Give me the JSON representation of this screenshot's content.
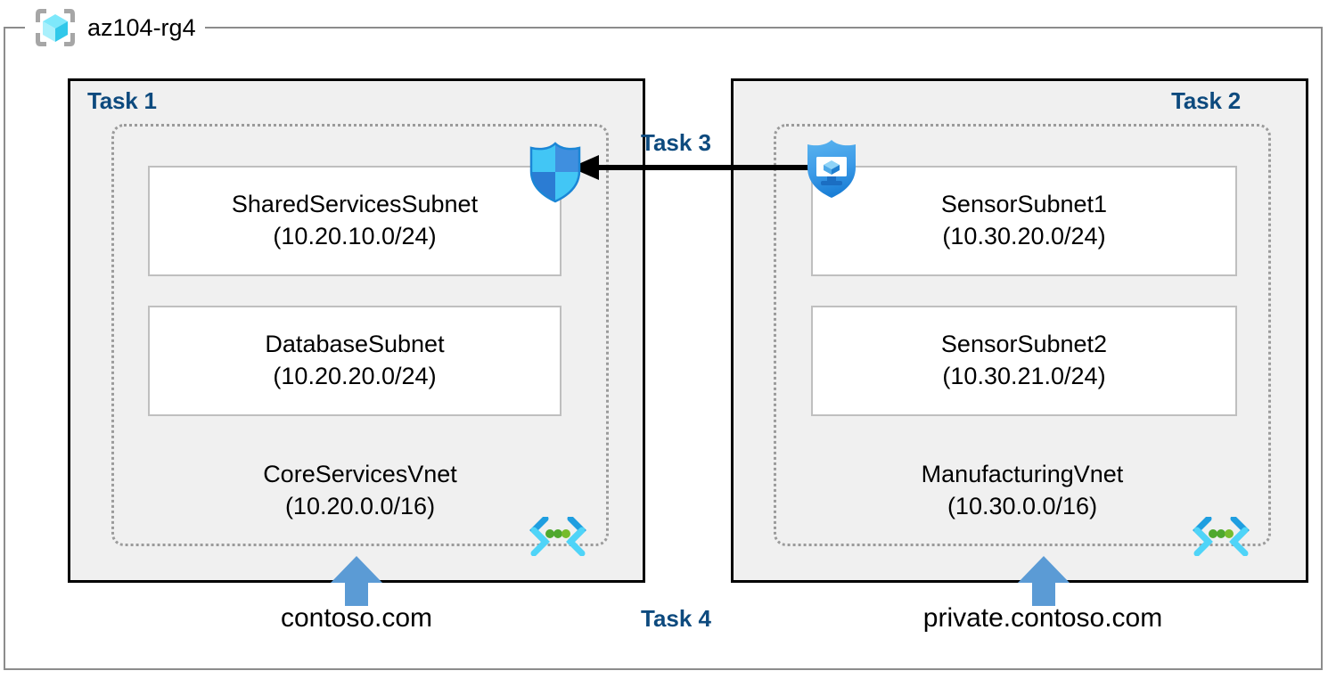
{
  "diagram": {
    "title": "az104-rg4",
    "resource_group_icon": "azure-resource-group-icon",
    "accent_color": "#0d4a7e",
    "panel_fill": "#f0f0f0",
    "panel_border": "#000000",
    "vnet_border": "#9b9b9b",
    "subnet_border": "#bfbfbf",
    "dns_arrow_color": "#5b9bd5"
  },
  "panels": [
    {
      "task_label": "Task 1",
      "task_align": "left",
      "vnet": {
        "name": "CoreServicesVnet",
        "cidr": "(10.20.0.0/16)",
        "icon": "virtual-network-icon"
      },
      "subnets": [
        {
          "name": "SharedServicesSubnet",
          "cidr": "(10.20.10.0/24)"
        },
        {
          "name": "DatabaseSubnet",
          "cidr": "(10.20.20.0/24)"
        }
      ],
      "dns": {
        "label": "contoso.com",
        "arrow": "dns-up-arrow-icon"
      },
      "security_icon": "network-security-group-shield-icon"
    },
    {
      "task_label": "Task 2",
      "task_align": "right",
      "vnet": {
        "name": "ManufacturingVnet",
        "cidr": "(10.30.0.0/16)",
        "icon": "virtual-network-icon"
      },
      "subnets": [
        {
          "name": "SensorSubnet1",
          "cidr": "(10.30.20.0/24)"
        },
        {
          "name": "SensorSubnet2",
          "cidr": "(10.30.21.0/24)"
        }
      ],
      "dns": {
        "label": "private.contoso.com",
        "arrow": "dns-up-arrow-icon"
      },
      "security_icon": "network-watcher-shield-icon"
    }
  ],
  "connections": [
    {
      "task_label": "Task 3",
      "direction": "right-to-left",
      "icon": "peering-arrow-icon"
    },
    {
      "task_label": "Task 4",
      "direction": "none",
      "icon": "dns-link-icon"
    }
  ]
}
